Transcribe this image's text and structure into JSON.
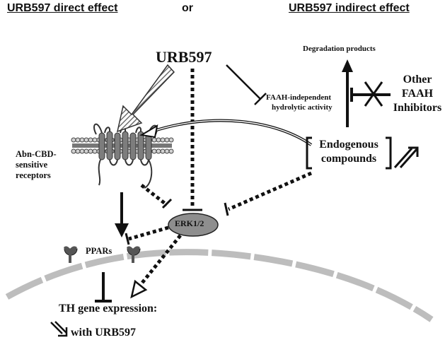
{
  "headers": {
    "direct": "URB597 direct effect",
    "or": "or",
    "indirect": "URB597 indirect effect"
  },
  "nodes": {
    "urb597": "URB597",
    "degradation": "Degradation products",
    "faah_activity": [
      "FAAH-independent",
      "hydrolytic activity"
    ],
    "other_inhibitors": [
      "Other",
      "FAAH",
      "Inhibitors"
    ],
    "endogenous": [
      "Endogenous",
      "compounds"
    ],
    "receptors": [
      "Abn-CBD-",
      "sensitive",
      "receptors"
    ],
    "erk": "ERK1/2",
    "ppars": "PPARs",
    "th_expression": "TH gene expression:",
    "with_urb597": "with URB597"
  },
  "colors": {
    "ink": "#111111",
    "erk_fill": "#8e8e8e",
    "nucleus": "#bdbdbd",
    "hatch": "#7a7a7a",
    "membrane_head": "#cfcfcf",
    "receptor": "#808080"
  }
}
